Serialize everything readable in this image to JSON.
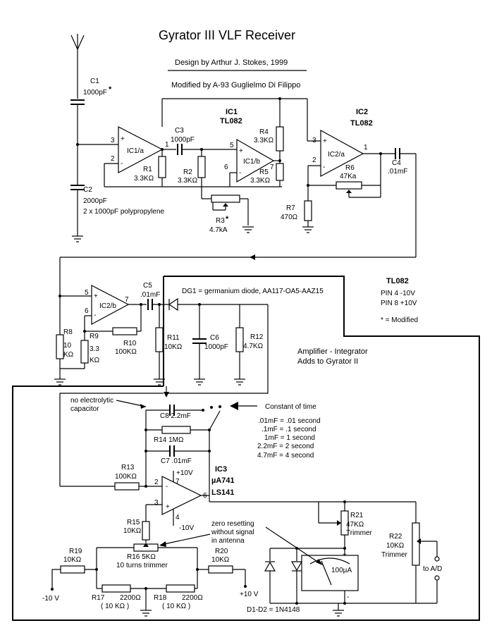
{
  "title": "Gyrator III  VLF Receiver",
  "credits": {
    "design": "Design by Arthur J. Stokes, 1999",
    "modified": "Modified by A-93 Guglielmo Di Filippo"
  },
  "ic1": {
    "name": "IC1",
    "part": "TL082",
    "a": "IC1/a",
    "b": "IC1/b"
  },
  "ic2": {
    "name": "IC2",
    "part": "TL082",
    "a": "IC2/a",
    "b": "IC2/b"
  },
  "ic3": {
    "name": "IC3",
    "part1": "µA741",
    "part2": "LS141"
  },
  "components": {
    "c1": "C1",
    "c1v": "1000pF",
    "c1star": "*",
    "c2": "C2",
    "c2v": "2000pF",
    "c2note": "2 x 1000pF polypropylene",
    "c3": "C3",
    "c3v": "1000pF",
    "c4": "C4",
    "c4v": ".01mF",
    "c5": "C5",
    "c5v": ".01mF",
    "c6": "C6",
    "c6v": "1000pF",
    "c7": "C7  .01mF",
    "c8": "C8   2.2mF",
    "r1": "R1",
    "r1v": "3.3KΩ",
    "r2": "R2",
    "r2v": "3.3KΩ",
    "r3": "R3",
    "r3star": "*",
    "r3v": "4.7kA",
    "r4": "R4",
    "r4v": "3.3KΩ",
    "r5": "R5",
    "r5v": "3.3KΩ",
    "r6": "R6",
    "r6v": "47Ka",
    "r7": "R7",
    "r7v": "470Ω",
    "r8": "R8",
    "r8v1": "10",
    "r8v2": "KΩ",
    "r9": "R9",
    "r9v1": "3.3",
    "r9v2": "KΩ",
    "r10": "R10",
    "r10v": "100KΩ",
    "r11": "R11",
    "r11v": "10KΩ",
    "r12": "R12",
    "r12v": "4.7KΩ",
    "r13": "R13",
    "r13v": "100KΩ",
    "r14": "R14    1MΩ",
    "r15": "R15",
    "r15v": "10KΩ",
    "r16": "R16   5KΩ",
    "r16note": "10 turns trimmer",
    "r17": "R17",
    "r17v": "2200Ω",
    "r17alt": "( 10 KΩ )",
    "r18": "R18",
    "r18v": "2200Ω",
    "r18alt": "( 10 KΩ )",
    "r19": "R19",
    "r19v": "10KΩ",
    "r20": "R20",
    "r20v": "10KΩ",
    "r21": "R21",
    "r21v": "47KΩ",
    "r21note": "Trimmer",
    "r22": "R22",
    "r22v": "10KΩ",
    "r22note": "Trimmer",
    "dg1": "DG1 = germanium diode, AA117-OA5-AAZ15",
    "d1d2": "D1-D2 = 1N4148",
    "meter": "100µA"
  },
  "pins": {
    "p3a": "3",
    "p2a": "2",
    "p1a": "1",
    "p5b": "5",
    "p6b": "6",
    "p7b": "7",
    "p3c": "3",
    "p2c": "2",
    "p1c": "1",
    "p5d": "5",
    "p6d": "6",
    "p7d": "7",
    "p2e": "2",
    "p3e": "3",
    "p6e": "6",
    "p7e": "7",
    "p4e": "4"
  },
  "supply": {
    "tl082": "TL082",
    "pin4": "PIN 4  -10V",
    "pin8": "PIN 8  +10V",
    "modified": "*  = Modified",
    "plus10": "+10 V",
    "minus10": "-10 V",
    "neg10": "-10 V",
    "pos10": "+10 V",
    "ic3plus": "+10V",
    "ic3minus": "-10V"
  },
  "notes": {
    "amp": "Amplifier - Integrator",
    "adds": "Adds to Gyrator II",
    "noelec1": "no electrolytic",
    "noelec2": "capacitor",
    "constant": "Constant of time",
    "tc": [
      ".01mF = .01 second",
      ".1mF = .1 second",
      "1mF = 1 second",
      "2.2mF = 2 second",
      "4.7mF = 4 second"
    ],
    "zero1": "zero resetting",
    "zero2": "without signal",
    "zero3": "in antenna",
    "toad": "to A/D",
    "plus": "+",
    "minus": "-",
    "opplus": "+",
    "opminus": "-"
  }
}
